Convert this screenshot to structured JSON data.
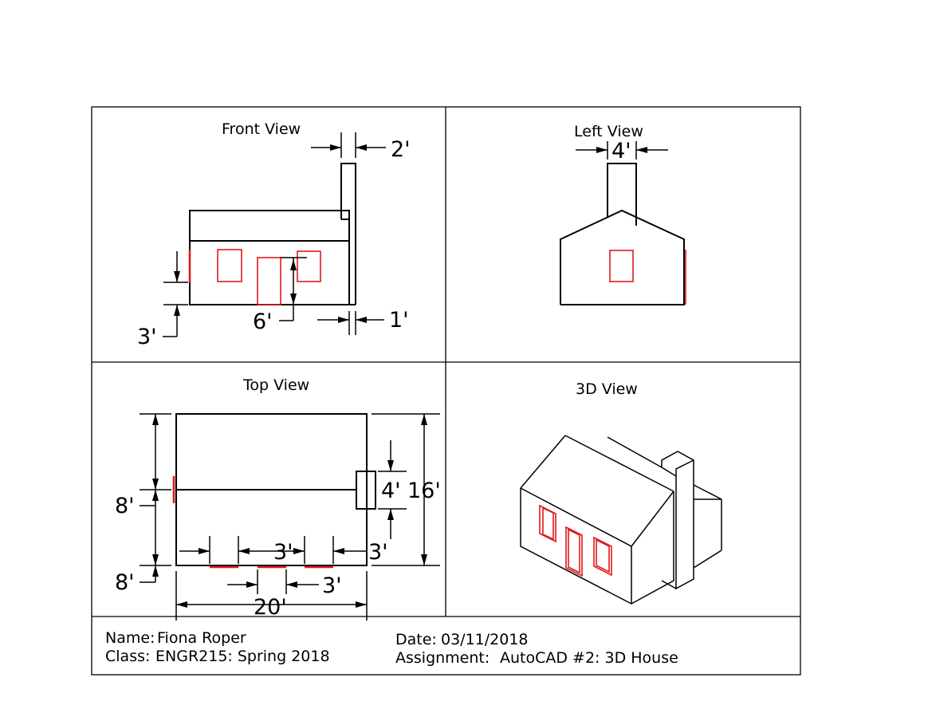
{
  "views": {
    "front": {
      "title": "Front View",
      "dims": {
        "chimney_width": "2'",
        "wall_offset": "1'",
        "door_height": "6'",
        "window_sill": "3'"
      }
    },
    "left": {
      "title": "Left View",
      "dims": {
        "chimney_depth": "4'"
      }
    },
    "top": {
      "title": "Top View",
      "dims": {
        "upper_half": "8'",
        "lower_half": "8'",
        "depth": "16'",
        "length": "20'",
        "chimney_depth": "4'",
        "window_gap_a": "3'",
        "window_gap_b": "3'",
        "door_width": "3'"
      }
    },
    "iso": {
      "title": "3D View"
    }
  },
  "title_block": {
    "name_label": "Name:",
    "name_value": "Fiona Roper",
    "class_label": "Class:",
    "class_value": "ENGR215:  Spring 2018",
    "date_label": "Date:",
    "date_value": "03/11/2018",
    "assignment_label": "Assignment:",
    "assignment_value": "AutoCAD #2:  3D House"
  }
}
